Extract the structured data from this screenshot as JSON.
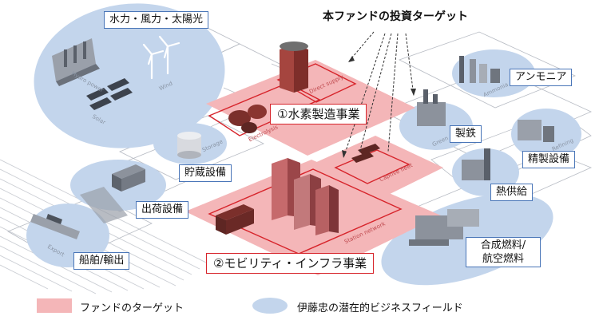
{
  "title": "本ファンドの投資ターゲット",
  "targets": {
    "hydrogen": "①水素製造事業",
    "mobility": "②モビリティ・インフラ事業"
  },
  "labels": {
    "renewables": "水力・風力・太陽光",
    "ammonia": "アンモニア",
    "steel": "製鉄",
    "refining": "精製設備",
    "heat": "熱供給",
    "synfuel_line1": "合成燃料/",
    "synfuel_line2": "航空燃料",
    "storage": "貯蔵設備",
    "shipping": "出荷設備",
    "export": "船舶/輸出"
  },
  "tiles": {
    "hydro": "Hydro power",
    "wind": "Wind",
    "solar": "Solar",
    "electrolysis": "Electrolysis",
    "direct_supply": "Direct supply",
    "storage": "Storage",
    "export": "Export",
    "ammonia": "Ammonia",
    "green": "Green",
    "refining": "Refining",
    "captive_fleet": "Captive fleet",
    "station_network": "Station network"
  },
  "legend": {
    "fund_target": "ファンドのターゲット",
    "itochu_field": "伊藤忠の潜在的ビジネスフィールド"
  },
  "colors": {
    "target_fill": "#f4b6b8",
    "target_border": "#d7242b",
    "field_fill": "#c3d5ec",
    "label_border": "#4a76b8"
  }
}
